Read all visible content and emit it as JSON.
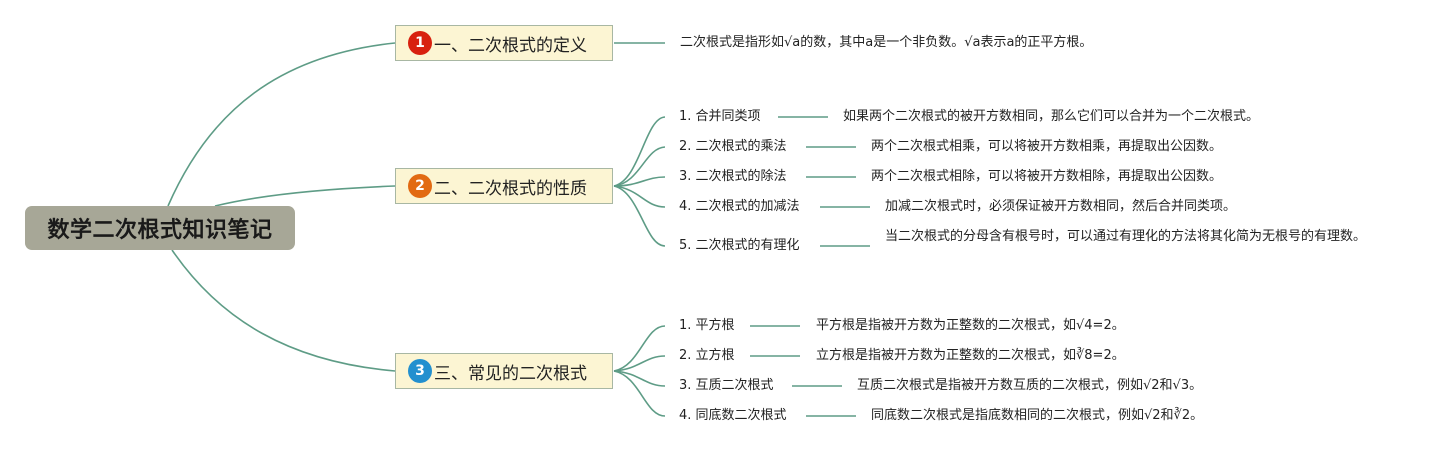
{
  "root": {
    "label": "数学二次根式知识笔记"
  },
  "colors": {
    "line": "#5e9c86",
    "badge1": "#d8210f",
    "badge2": "#e26a12",
    "badge3": "#2390cf"
  },
  "branches": [
    {
      "num": "1",
      "label": "一、二次根式的定义",
      "note": "二次根式是指形如√a的数，其中a是一个非负数。√a表示a的正平方根。"
    },
    {
      "num": "2",
      "label": "二、二次根式的性质",
      "items": [
        {
          "label": "1. 合并同类项",
          "desc": "如果两个二次根式的被开方数相同，那么它们可以合并为一个二次根式。"
        },
        {
          "label": "2. 二次根式的乘法",
          "desc": "两个二次根式相乘，可以将被开方数相乘，再提取出公因数。"
        },
        {
          "label": "3. 二次根式的除法",
          "desc": "两个二次根式相除，可以将被开方数相除，再提取出公因数。"
        },
        {
          "label": "4. 二次根式的加减法",
          "desc": "加减二次根式时，必须保证被开方数相同，然后合并同类项。"
        },
        {
          "label": "5. 二次根式的有理化",
          "desc": "当二次根式的分母含有根号时，可以通过有理化的方法将其化简为无根号的有理数。"
        }
      ]
    },
    {
      "num": "3",
      "label": "三、常见的二次根式",
      "items": [
        {
          "label": "1. 平方根",
          "desc": "平方根是指被开方数为正整数的二次根式，如√4=2。"
        },
        {
          "label": "2. 立方根",
          "desc": "立方根是指被开方数为正整数的二次根式，如∛8=2。"
        },
        {
          "label": "3. 互质二次根式",
          "desc": "互质二次根式是指被开方数互质的二次根式，例如√2和√3。"
        },
        {
          "label": "4. 同底数二次根式",
          "desc": "同底数二次根式是指底数相同的二次根式，例如√2和∛2。"
        }
      ]
    }
  ]
}
